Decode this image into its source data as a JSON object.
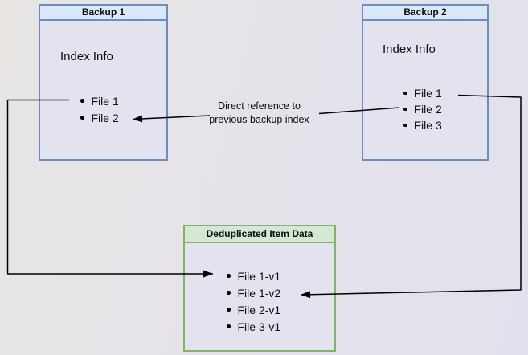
{
  "colors": {
    "blue_fill": "#dae8fc",
    "blue_stroke": "#6c8ebf",
    "green_fill": "#d5e8d4",
    "green_stroke": "#82b366",
    "body_fill": "#e3e3ef",
    "connector": "#000000"
  },
  "boxes": {
    "backup1": {
      "title": "Backup 1",
      "subtitle": "Index Info",
      "items": [
        "File 1",
        "File 2"
      ]
    },
    "backup2": {
      "title": "Backup 2",
      "subtitle": "Index Info",
      "items": [
        "File 1",
        "File 2",
        "File 3"
      ]
    },
    "dedup": {
      "title": "Deduplicated Item Data",
      "items": [
        "File 1-v1",
        "File 1-v2",
        "File 2-v1",
        "File 3-v1"
      ]
    }
  },
  "annotation": {
    "line1": "Direct reference to",
    "line2": "previous backup index"
  },
  "connectors": [
    {
      "name": "backup1-file1-to-dedup-file1v1"
    },
    {
      "name": "backup2-file2-to-backup1-file2"
    },
    {
      "name": "backup2-file1-to-dedup-file1v2"
    }
  ]
}
